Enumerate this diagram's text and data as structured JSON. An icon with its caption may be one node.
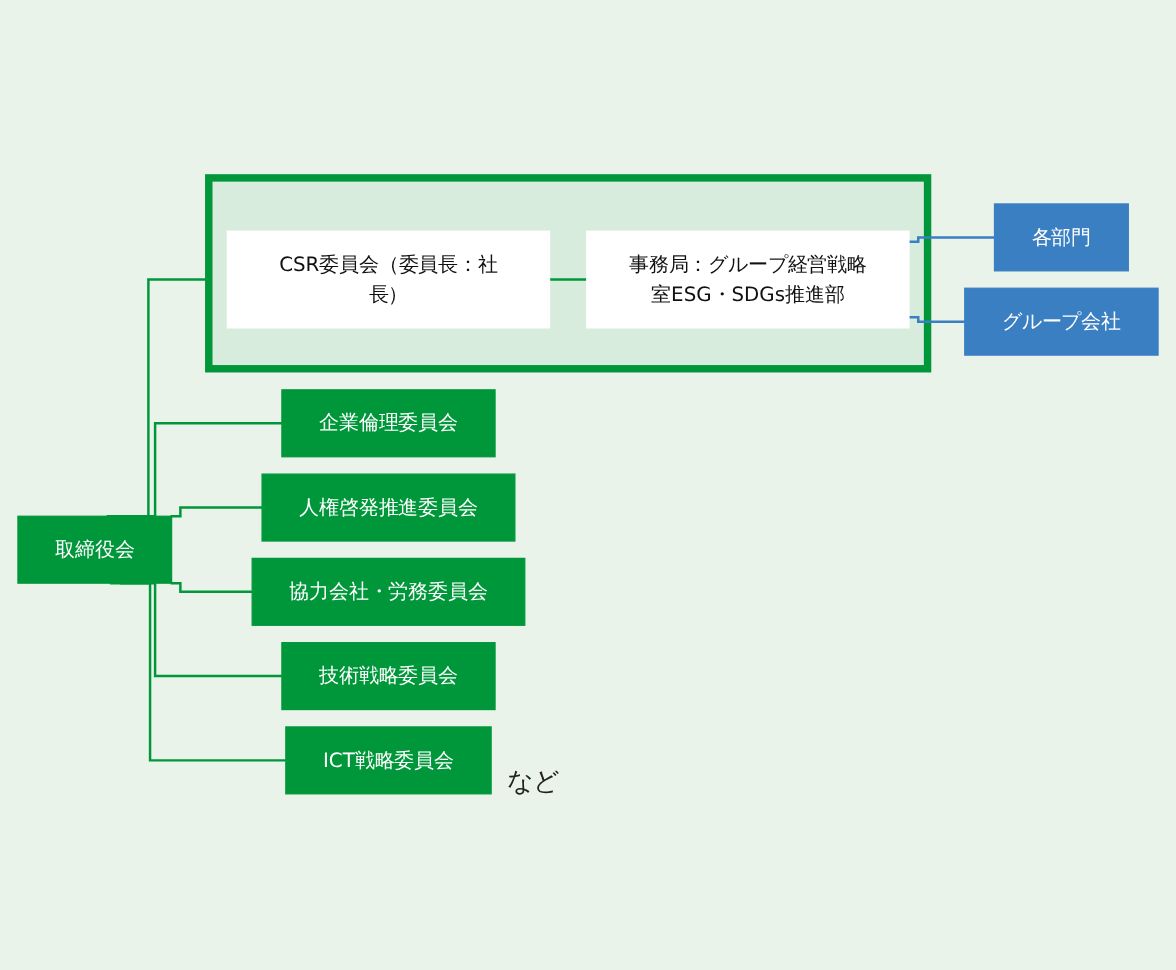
{
  "diagram": {
    "nodes": [
      {
        "text": [
          "取締役会"
        ]
      },
      {
        "text": [],
        "shape": "box"
      },
      {
        "text": [
          "CSR委員会（委員長：社長）"
        ],
        "in": 1
      },
      {
        "text": [
          "事務局：グループ経営戦略室ESG・SDGs推進部"
        ],
        "in": 1
      },
      {
        "text": [
          "企業倫理委員会"
        ]
      },
      {
        "text": [
          "人権啓発推進委員会"
        ]
      },
      {
        "text": [
          "協力会社・労務委員会"
        ]
      },
      {
        "text": [
          "技術戦略委員会"
        ]
      },
      {
        "text": [
          "ICT戦略委員会"
        ],
        "beside": [
          "など"
        ]
      },
      {
        "text": [
          "各部門"
        ]
      },
      {
        "text": [
          "グループ会社"
        ]
      }
    ],
    "edges": [
      {
        "from": 0,
        "to": 1,
        "arrow": "none"
      },
      {
        "from": 0,
        "to": 4,
        "arrow": "none"
      },
      {
        "from": 0,
        "to": 5,
        "arrow": "none"
      },
      {
        "from": 0,
        "to": 6,
        "arrow": "none"
      },
      {
        "from": 0,
        "to": 7,
        "arrow": "none"
      },
      {
        "from": 0,
        "to": 8,
        "arrow": "none"
      },
      {
        "from": 2,
        "to": 3,
        "arrow": "none"
      },
      {
        "from": 3,
        "to": 9,
        "arrow": "none",
        "color": "#3b7fc3"
      },
      {
        "from": 3,
        "to": 10,
        "arrow": "none",
        "color": "#3b7fc3"
      }
    ]
  }
}
